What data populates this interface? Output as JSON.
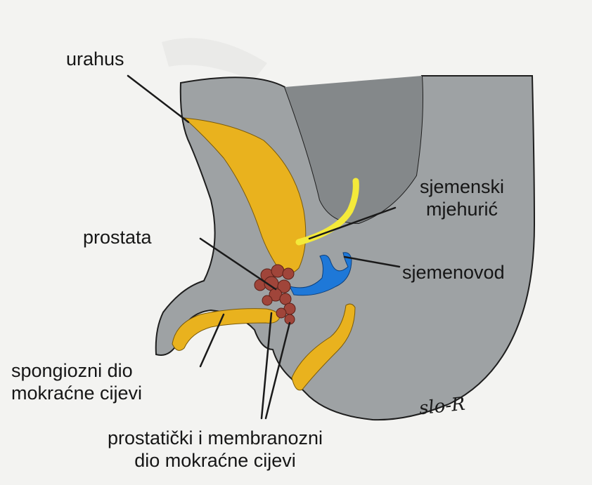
{
  "labels": {
    "urahus": "urahus",
    "sjemenski_line1": "sjemenski",
    "sjemenski_line2": "mjehurić",
    "prostata": "prostata",
    "sjemenovod": "sjemenovod",
    "spongiozni_line1": "spongiozni dio",
    "spongiozni_line2": "mokraćne cijevi",
    "prostaticki_line1": "prostatički i membranozni",
    "prostaticki_line2": "dio mokraćne cijevi"
  },
  "signature": "slo-R",
  "colors": {
    "background": "#f3f3f1",
    "tissue": "#9ea2a4",
    "tissue_dark": "#7e8284",
    "outline": "#1e1e1e",
    "urethra": "#e9b21e",
    "seminal_vesicle": "#f4ea3a",
    "vas_deferens": "#1e78d8",
    "prostate_buds": "#a0453a"
  }
}
